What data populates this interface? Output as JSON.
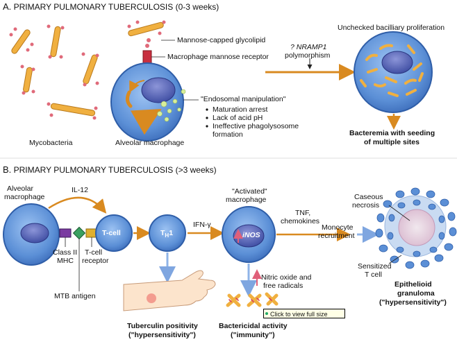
{
  "section_a": {
    "letter": "A.",
    "title": "PRIMARY PULMONARY TUBERCULOSIS (0-3 weeks)",
    "mycobacteria": "Mycobacteria",
    "alveolar_macrophage": "Alveolar macrophage",
    "glycolipid": "Mannose-capped glycolipid",
    "receptor": "Macrophage mannose receptor",
    "endosomal": "\"Endosomal manipulation\"",
    "bullets": [
      "Maturation arrest",
      "Lack of acid pH",
      "Ineffective phagolysosome",
      "formation"
    ],
    "nramp_1": "? NRAMP1",
    "nramp_2": "polymorphism",
    "unchecked": "Unchecked bacilliary proliferation",
    "bacteremia_1": "Bacteremia with seeding",
    "bacteremia_2": "of multiple sites"
  },
  "section_b": {
    "letter": "B.",
    "title": "PRIMARY PULMONARY TUBERCULOSIS (>3 weeks)",
    "alveolar_1": "Alveolar",
    "alveolar_2": "macrophage",
    "il12": "IL-12",
    "tcell": "T-cell",
    "th1": "T",
    "th1_sub": "H",
    "th1_tail": "1",
    "ifn": "IFN-γ",
    "activated_1": "\"Activated\"",
    "activated_2": "macrophage",
    "inos": "iNOS",
    "tnf_1": "TNF,",
    "tnf_2": "chemokines",
    "monocyte_1": "Monocyte",
    "monocyte_2": "recruitment",
    "caseous_1": "Caseous",
    "caseous_2": "necrosis",
    "sensitized_1": "Sensitized",
    "sensitized_2": "T cell",
    "class2_1": "Class II",
    "class2_2": "MHC",
    "tcr_1": "T-cell",
    "tcr_2": "receptor",
    "mtb": "MTB antigen",
    "nitric_1": "Nitric oxide and",
    "nitric_2": "free radicals",
    "epith_1": "Epithelioid",
    "epith_2": "granuloma",
    "epith_3": "(\"hypersensitivity\")",
    "tuberculin_1": "Tuberculin positivity",
    "tuberculin_2": "(\"hypersensitivity\")",
    "bactericidal_1": "Bactericidal activity",
    "bactericidal_2": "(\"immunity\")"
  },
  "tooltip": "Click to view full size",
  "colors": {
    "cell_fill": "#5b8fd6",
    "cell_edge": "#2f5ea8",
    "nucleus": "#3b4aa0",
    "bacillus": "#f0b040",
    "arrow": "#d98a20",
    "arrow_blue": "#8fb4e8",
    "pink": "#e0607a"
  }
}
